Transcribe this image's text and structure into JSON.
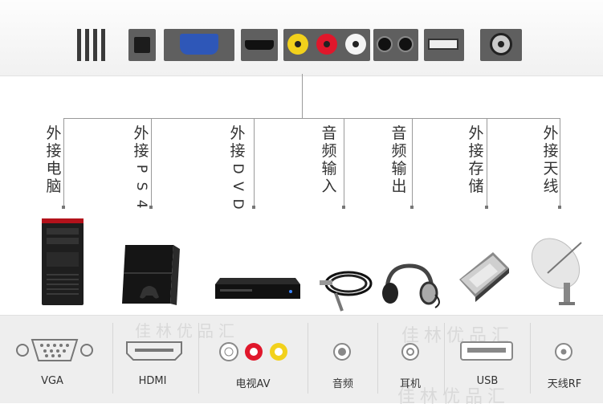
{
  "watermark": "佳林优品汇",
  "devices": [
    {
      "label": "外接电脑",
      "icon": "pc-tower-icon"
    },
    {
      "label": "外接PS4",
      "icon": "game-console-icon"
    },
    {
      "label": "外接DVD",
      "icon": "dvd-player-icon"
    },
    {
      "label": "音频输入",
      "icon": "audio-cable-icon"
    },
    {
      "label": "音频输出",
      "icon": "headphones-icon"
    },
    {
      "label": "外接存储",
      "icon": "hard-drive-icon"
    },
    {
      "label": "外接天线",
      "icon": "satellite-dish-icon"
    }
  ],
  "ports": [
    {
      "label": "VGA",
      "icon": "vga-port-icon"
    },
    {
      "label": "HDMI",
      "icon": "hdmi-port-icon"
    },
    {
      "label": "电视AV",
      "icon": "av-port-icon",
      "colors": [
        "#ffffff",
        "#e0172b",
        "#f2d11c"
      ]
    },
    {
      "label": "音频",
      "icon": "audio-port-icon"
    },
    {
      "label": "耳机",
      "icon": "headphone-port-icon"
    },
    {
      "label": "USB",
      "icon": "usb-port-icon"
    },
    {
      "label": "天线RF",
      "icon": "rf-port-icon"
    }
  ]
}
